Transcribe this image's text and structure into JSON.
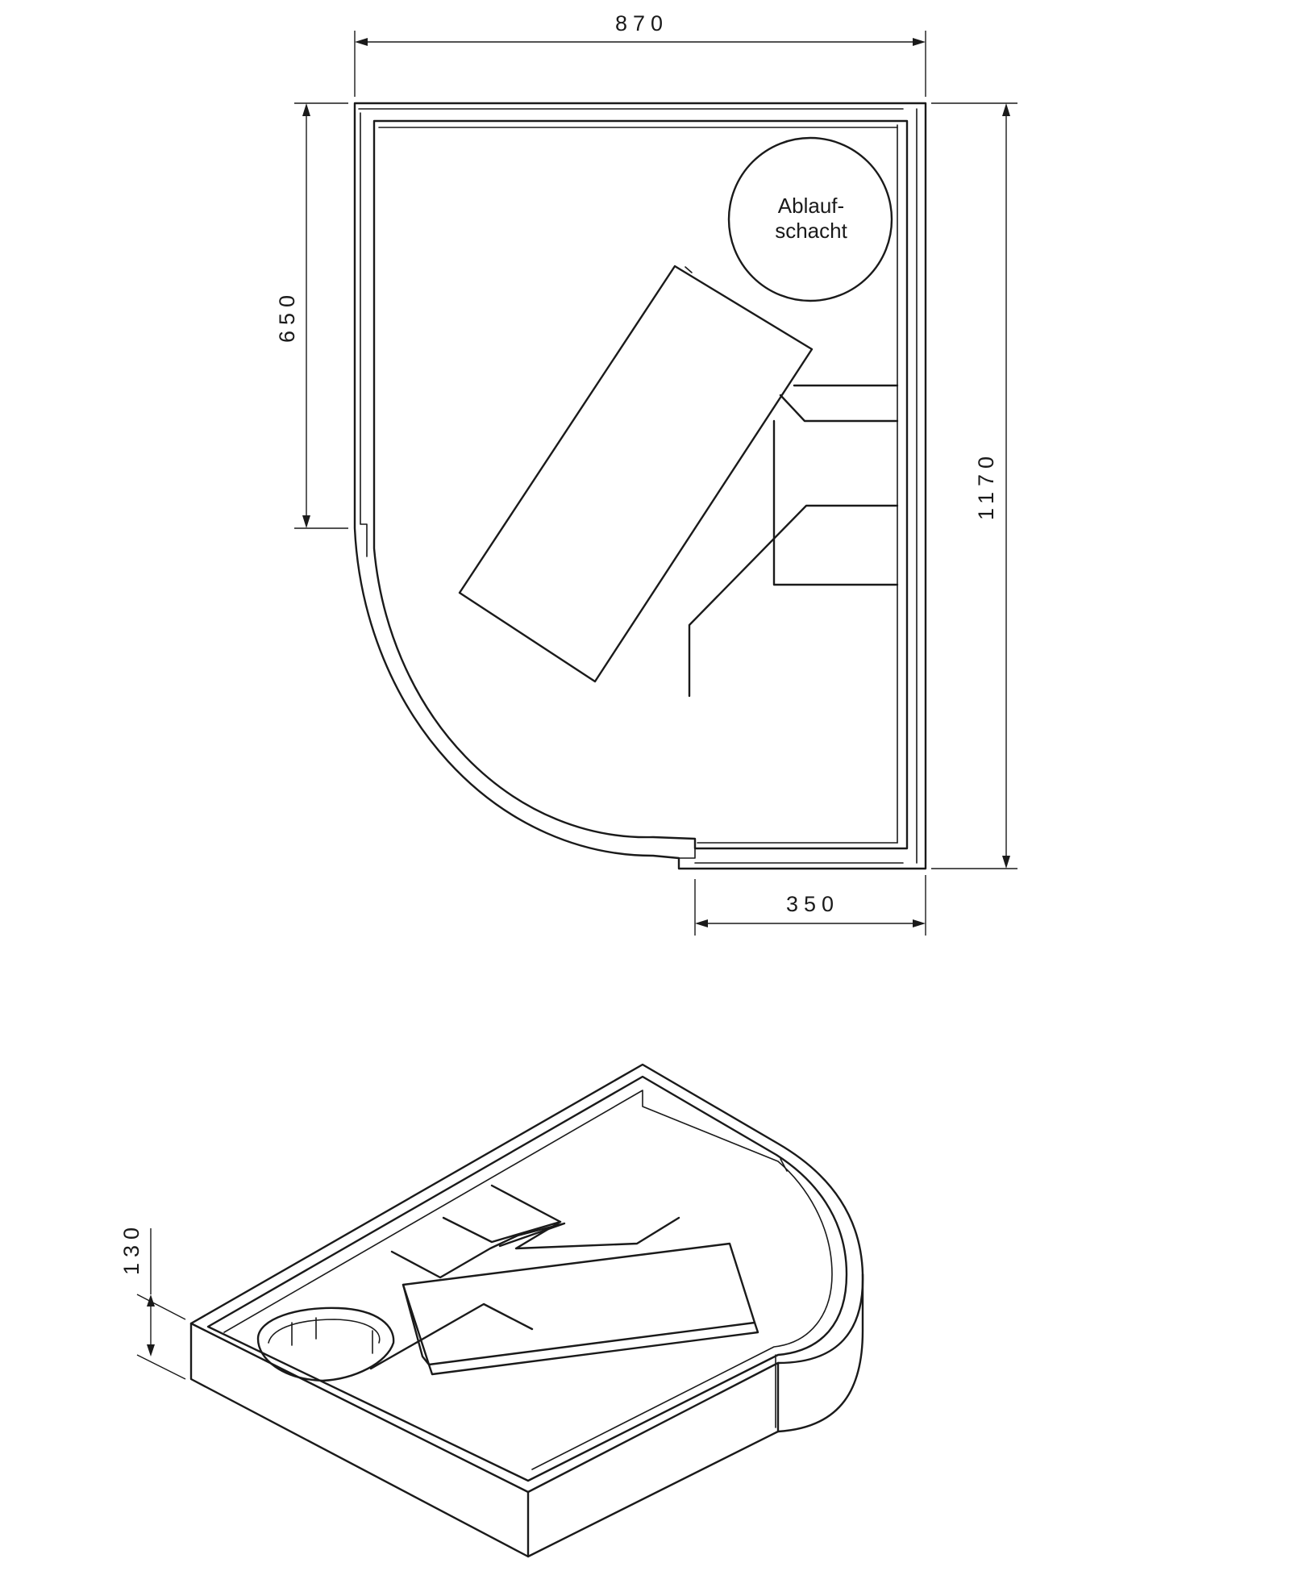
{
  "dimensions": {
    "width_top": "870",
    "depth_left": "650",
    "depth_right": "1170",
    "width_bottom": "350",
    "height": "130"
  },
  "drain_label": {
    "line1": "Ablauf-",
    "line2": "schacht"
  }
}
